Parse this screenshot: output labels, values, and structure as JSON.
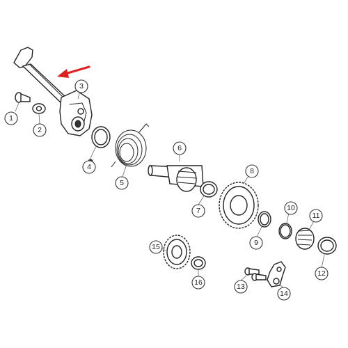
{
  "diagram": {
    "accent_color": "#e02020",
    "callouts": [
      {
        "id": "1",
        "label": "1"
      },
      {
        "id": "2",
        "label": "2"
      },
      {
        "id": "3",
        "label": "3"
      },
      {
        "id": "4",
        "label": "4"
      },
      {
        "id": "5",
        "label": "5"
      },
      {
        "id": "6",
        "label": "6"
      },
      {
        "id": "7",
        "label": "7"
      },
      {
        "id": "8",
        "label": "8"
      },
      {
        "id": "9",
        "label": "9"
      },
      {
        "id": "10",
        "label": "10"
      },
      {
        "id": "11",
        "label": "11"
      },
      {
        "id": "12",
        "label": "12"
      },
      {
        "id": "13",
        "label": "13"
      },
      {
        "id": "14",
        "label": "14"
      },
      {
        "id": "15",
        "label": "15"
      },
      {
        "id": "16",
        "label": "16"
      }
    ]
  }
}
